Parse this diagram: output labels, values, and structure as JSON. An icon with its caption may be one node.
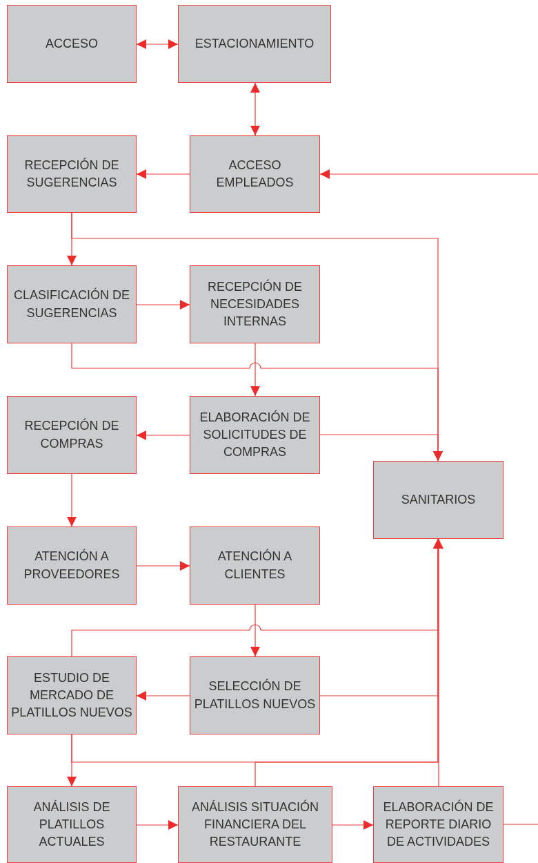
{
  "diagram": {
    "nodes": [
      {
        "text": [
          "ACCESO"
        ]
      },
      {
        "text": [
          "ESTACIONAMIENTO"
        ]
      },
      {
        "text": [
          "RECEPCIÓN DE SUGERENCIAS"
        ]
      },
      {
        "text": [
          "ACCESO EMPLEADOS"
        ]
      },
      {
        "text": [
          "CLASIFICACIÓN DE SUGERENCIAS"
        ]
      },
      {
        "text": [
          "RECEPCIÓN DE NECESIDADES INTERNAS"
        ]
      },
      {
        "text": [
          "RECEPCIÓN DE COMPRAS"
        ]
      },
      {
        "text": [
          "ELABORACIÓN DE SOLICITUDES DE COMPRAS"
        ]
      },
      {
        "text": [
          "SANITARIOS"
        ]
      },
      {
        "text": [
          "ATENCIÓN A PROVEEDORES"
        ]
      },
      {
        "text": [
          "ATENCIÓN A CLIENTES"
        ]
      },
      {
        "text": [
          "ESTUDIO DE MERCADO DE PLATILLOS NUEVOS"
        ]
      },
      {
        "text": [
          "SELECCIÓN DE PLATILLOS NUEVOS"
        ]
      },
      {
        "text": [
          "ANÁLISIS DE PLATILLOS ACTUALES"
        ]
      },
      {
        "text": [
          "ANÁLISIS SITUACIÓN FINANCIERA DEL RESTAURANTE"
        ]
      },
      {
        "text": [
          "ELABORACIÓN DE REPORTE DIARIO DE ACTIVIDADES"
        ]
      }
    ],
    "edges": [
      {
        "from": 0,
        "to": 1,
        "arrow": "both"
      },
      {
        "from": 1,
        "to": 3,
        "arrow": "both"
      },
      {
        "from": null,
        "to": 3,
        "arrow": "to"
      },
      {
        "from": 3,
        "to": 2,
        "arrow": "to"
      },
      {
        "from": 2,
        "to": 4,
        "arrow": "to"
      },
      {
        "from": 2,
        "to": 8,
        "arrow": "to"
      },
      {
        "from": 4,
        "to": 5,
        "arrow": "to"
      },
      {
        "from": 4,
        "to": 8,
        "arrow": "to"
      },
      {
        "from": 5,
        "to": 7,
        "arrow": "to"
      },
      {
        "from": 7,
        "to": 6,
        "arrow": "to"
      },
      {
        "from": 7,
        "to": 8,
        "arrow": "to"
      },
      {
        "from": 6,
        "to": 9,
        "arrow": "to"
      },
      {
        "from": 9,
        "to": 10,
        "arrow": "to"
      },
      {
        "from": 10,
        "to": 12,
        "arrow": "to"
      },
      {
        "from": 11,
        "to": 8,
        "arrow": "to"
      },
      {
        "from": 12,
        "to": 8,
        "arrow": "to"
      },
      {
        "from": 12,
        "to": 11,
        "arrow": "to"
      },
      {
        "from": 11,
        "to": 13,
        "arrow": "to"
      },
      {
        "from": 11,
        "to": 8,
        "arrow": "to"
      },
      {
        "from": 14,
        "to": 8,
        "arrow": "to"
      },
      {
        "from": 15,
        "to": 8,
        "arrow": "to"
      },
      {
        "from": 13,
        "to": 14,
        "arrow": "to"
      },
      {
        "from": 14,
        "to": 15,
        "arrow": "to"
      },
      {
        "from": 15,
        "to": null,
        "arrow": "none"
      }
    ]
  }
}
